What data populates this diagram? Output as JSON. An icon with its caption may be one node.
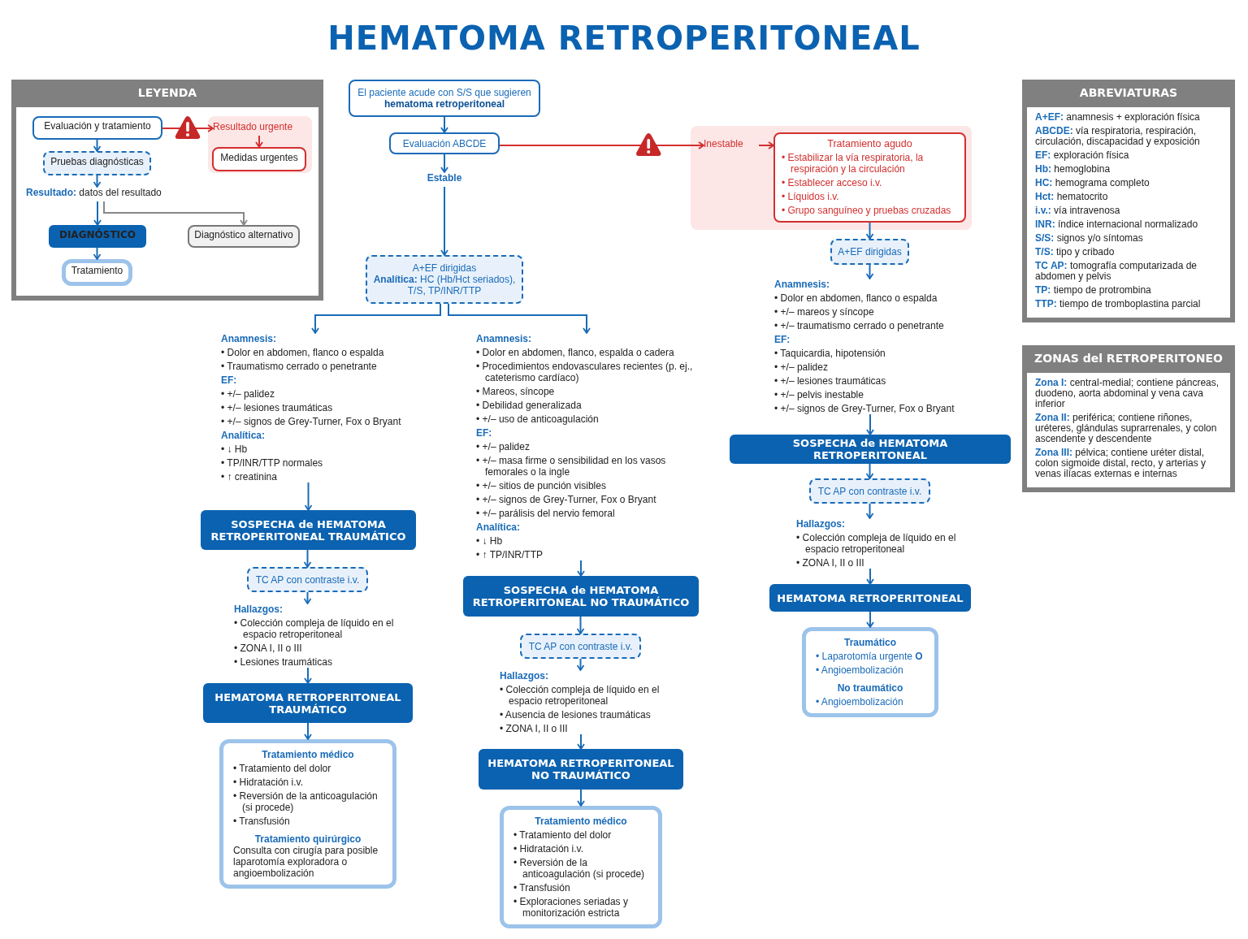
{
  "diagram": {
    "title": "HEMATOMA RETROPERITONEAL",
    "nodes": [
      {
        "text": [
          "LEYENDA"
        ]
      },
      {
        "text": [
          "Evaluación y tratamiento"
        ],
        "in": 0
      },
      {
        "text": [],
        "shape": "box",
        "in": 0
      },
      {
        "text": [
          "Resultado urgente"
        ],
        "in": 2
      },
      {
        "text": [
          "Medidas urgentes"
        ],
        "in": 2
      },
      {
        "text": [
          "Pruebas diagnósticas"
        ],
        "in": 0
      },
      {
        "text": [
          "**Resultado:** datos del resultado"
        ],
        "in": 0
      },
      {
        "text": [
          "DIAGNÓSTICO"
        ],
        "in": 0
      },
      {
        "text": [
          "Diagnóstico alternativo"
        ],
        "in": 0
      },
      {
        "text": [
          "Tratamiento"
        ],
        "in": 0
      },
      {
        "text": [
          "El paciente acude con S/S que sugieren **hematoma retroperitoneal**"
        ]
      },
      {
        "text": [
          "Evaluación ABCDE"
        ]
      },
      {
        "text": [
          "Estable"
        ]
      },
      {
        "text": [],
        "shape": "box"
      },
      {
        "text": [
          "Inestable"
        ],
        "in": 13
      },
      {
        "text": [
          "Tratamiento agudo",
          "• Estabilizar la vía respiratoria, la respiración y la circulación",
          "• Establecer acceso i.v.",
          "• Líquidos i.v.",
          "• Grupo sanguíneo y pruebas cruzadas"
        ],
        "in": 13
      },
      {
        "text": [
          "A+EF dirigidas",
          "**Analítica:** HC (Hb/Hct seriados), T/S, TP/INR/TTP"
        ]
      },
      {
        "text": [
          "Anamnesis:",
          "• Dolor en abdomen, flanco o espalda",
          "• Traumatismo cerrado o penetrante",
          "EF:",
          "• +/– palidez",
          "• +/– lesiones traumáticas",
          "• +/– signos de Grey-Turner, Fox o Bryant",
          "Analítica:",
          "• ↓ Hb",
          "• TP/INR/TTP normales",
          "• ↑ creatinina"
        ]
      },
      {
        "text": [
          "SOSPECHA de HEMATOMA RETROPERITONEAL TRAUMÁTICO"
        ]
      },
      {
        "text": [
          "TC AP con contraste i.v."
        ]
      },
      {
        "text": [
          "Hallazgos:",
          "• Colección compleja de líquido en el espacio retroperitoneal",
          "• ZONA I, II o III",
          "• Lesiones traumáticas"
        ]
      },
      {
        "text": [
          "HEMATOMA RETROPERITONEAL TRAUMÁTICO"
        ]
      },
      {
        "text": [
          "Tratamiento médico",
          "• Tratamiento del dolor",
          "• Hidratación i.v.",
          "• Reversión de la anticoagulación (si procede)",
          "• Transfusión",
          "Tratamiento quirúrgico",
          "Consulta con cirugía para posible laparotomía exploradora o angioembolización"
        ]
      },
      {
        "text": [
          "Anamnesis:",
          "• Dolor en abdomen, flanco, espalda o cadera",
          "• Procedimientos endovasculares recientes (p. ej., cateterismo cardíaco)",
          "• Mareos, síncope",
          "• Debilidad generalizada",
          "• +/– uso de anticoagulación",
          "EF:",
          "• +/– palidez",
          "• +/– masa firme o sensibilidad en los vasos femorales o la ingle",
          "• +/– sitios de punción visibles",
          "• +/– signos de Grey-Turner, Fox o Bryant",
          "• +/– parálisis del nervio femoral",
          "Analítica:",
          "• ↓ Hb",
          "• ↑ TP/INR/TTP"
        ]
      },
      {
        "text": [
          "SOSPECHA de HEMATOMA RETROPERITONEAL NO TRAUMÁTICO"
        ]
      },
      {
        "text": [
          "TC AP con contraste i.v."
        ]
      },
      {
        "text": [
          "Hallazgos:",
          "• Colección compleja de líquido en el espacio retroperitoneal",
          "• Ausencia de lesiones traumáticas",
          "• ZONA I, II o III"
        ]
      },
      {
        "text": [
          "HEMATOMA RETROPERITONEAL NO TRAUMÁTICO"
        ]
      },
      {
        "text": [
          "Tratamiento médico",
          "• Tratamiento del dolor",
          "• Hidratación i.v.",
          "• Reversión de la anticoagulación (si procede)",
          "• Transfusión",
          "• Exploraciones seriadas y monitorización estricta"
        ]
      },
      {
        "text": [
          "A+EF dirigidas"
        ]
      },
      {
        "text": [
          "Anamnesis:",
          "• Dolor en abdomen, flanco o espalda",
          "• +/– mareos y síncope",
          "• +/– traumatismo cerrado o penetrante",
          "EF:",
          "• Taquicardia, hipotensión",
          "• +/– palidez",
          "• +/– lesiones traumáticas",
          "• +/– pelvis inestable",
          "• +/– signos de Grey-Turner, Fox o Bryant"
        ]
      },
      {
        "text": [
          "SOSPECHA de HEMATOMA RETROPERITONEAL"
        ]
      },
      {
        "text": [
          "TC AP con contraste i.v."
        ]
      },
      {
        "text": [
          "Hallazgos:",
          "• Colección compleja de líquido en el espacio retroperitoneal",
          "• ZONA I, II o III"
        ]
      },
      {
        "text": [
          "HEMATOMA RETROPERITONEAL"
        ]
      },
      {
        "text": [
          "Traumático",
          "• Laparotomía urgente **O**",
          "• Angioembolización",
          "No traumático",
          "• Angioembolización"
        ]
      },
      {
        "text": [
          "ABREVIATURAS",
          "**A+EF:** anamnesis + exploración física",
          "**ABCDE:** vía respiratoria, respiración, circulación, discapacidad y exposición",
          "**EF:** exploración física",
          "**Hb:** hemoglobina",
          "**HC:** hemograma completo",
          "**Hct:** hematocrito",
          "**i.v.:** vía intravenosa",
          "**INR:** índice internacional normalizado",
          "**S/S:** signos y/o síntomas",
          "**T/S:** tipo y cribado",
          "**TC AP:** tomografía computarizada de abdomen y pelvis",
          "**TP:** tiempo de protrombina",
          "**TTP:** tiempo de tromboplastina parcial"
        ]
      },
      {
        "text": [
          "ZONAS del RETROPERITONEO",
          "**Zona I:** central-medial; contiene páncreas, duodeno, aorta abdominal y vena cava inferior",
          "**Zona II:** periférica; contiene riñones, uréteres, glándulas suprarrenales, y colon ascendente y descendente",
          "**Zona III:** pélvica; contiene uréter distal, colon sigmoide distal, recto, y arterias y venas ilíacas externas e internas"
        ]
      }
    ],
    "edges": [
      {
        "from": 1,
        "to": 3,
        "arrow": "to",
        "color": "#d32f2f"
      },
      {
        "from": 3,
        "to": 4,
        "arrow": "to",
        "color": "#d32f2f"
      },
      {
        "from": 1,
        "to": 5,
        "arrow": "to"
      },
      {
        "from": 5,
        "to": 6,
        "arrow": "to"
      },
      {
        "from": 6,
        "to": 7,
        "arrow": "to"
      },
      {
        "from": 6,
        "to": 8,
        "arrow": "to",
        "color": "#888888"
      },
      {
        "from": 7,
        "to": 9,
        "arrow": "to"
      },
      {
        "from": 10,
        "to": 11,
        "arrow": "to"
      },
      {
        "from": 11,
        "to": 12,
        "arrow": "to"
      },
      {
        "from": 12,
        "to": 16,
        "arrow": "to"
      },
      {
        "from": 11,
        "to": 14,
        "arrow": "to",
        "color": "#d32f2f"
      },
      {
        "from": 14,
        "to": 15,
        "arrow": "to",
        "color": "#d32f2f"
      },
      {
        "from": 15,
        "to": 29,
        "arrow": "to"
      },
      {
        "from": 16,
        "to": 17,
        "arrow": "to"
      },
      {
        "from": 16,
        "to": 23,
        "arrow": "to"
      },
      {
        "from": 17,
        "to": 18,
        "arrow": "to"
      },
      {
        "from": 18,
        "to": 19,
        "arrow": "to"
      },
      {
        "from": 19,
        "to": 20,
        "arrow": "to"
      },
      {
        "from": 20,
        "to": 21,
        "arrow": "to"
      },
      {
        "from": 21,
        "to": 22,
        "arrow": "to"
      },
      {
        "from": 23,
        "to": 24,
        "arrow": "to"
      },
      {
        "from": 24,
        "to": 25,
        "arrow": "to"
      },
      {
        "from": 25,
        "to": 26,
        "arrow": "to"
      },
      {
        "from": 26,
        "to": 27,
        "arrow": "to"
      },
      {
        "from": 27,
        "to": 28,
        "arrow": "to"
      },
      {
        "from": 29,
        "to": 30,
        "arrow": "to"
      },
      {
        "from": 30,
        "to": 31,
        "arrow": "to"
      },
      {
        "from": 31,
        "to": 32,
        "arrow": "to"
      },
      {
        "from": 32,
        "to": 33,
        "arrow": "to"
      },
      {
        "from": 33,
        "to": 34,
        "arrow": "to"
      },
      {
        "from": 34,
        "to": 35,
        "arrow": "to"
      }
    ]
  }
}
